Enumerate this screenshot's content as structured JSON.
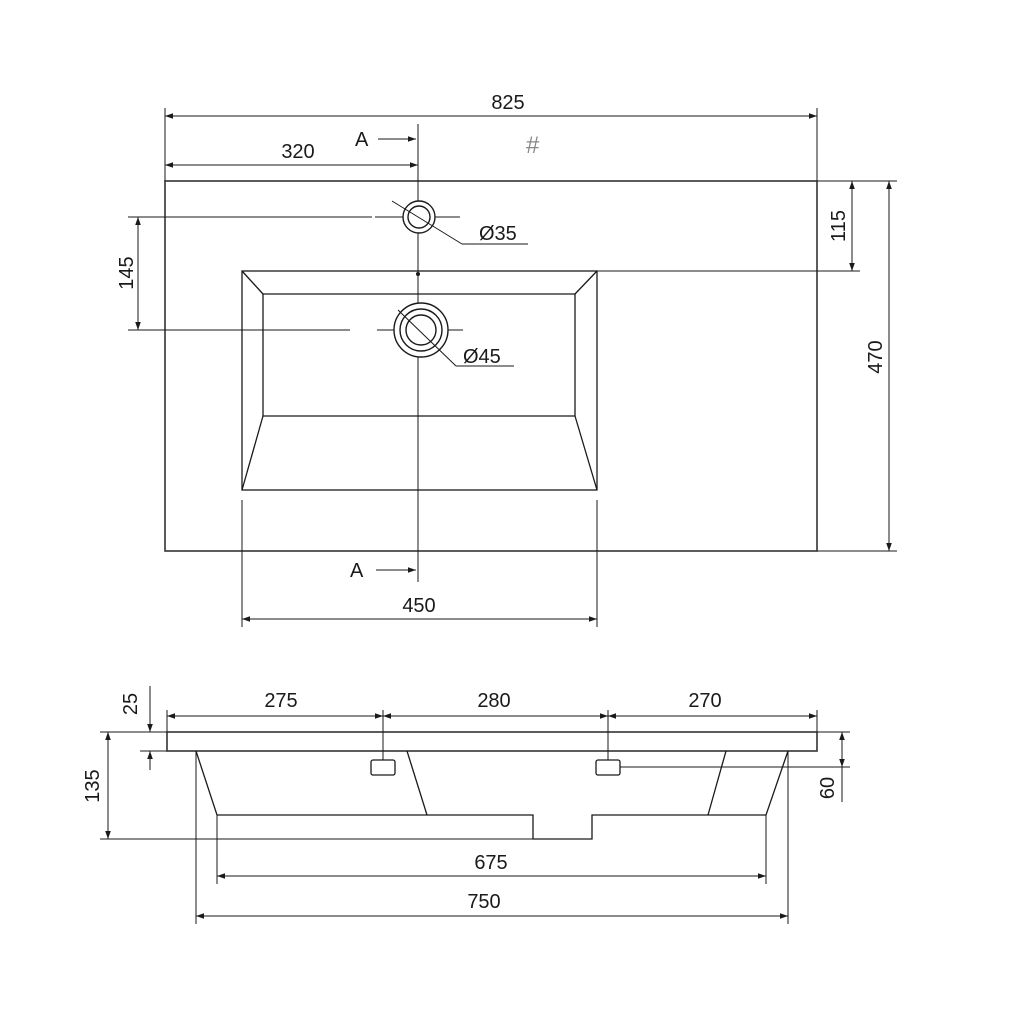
{
  "top_view": {
    "overall_width": "825",
    "hole_offset": "320",
    "section_label_top": "A",
    "section_label_bottom": "A",
    "mark": "#",
    "hole_spacing": "145",
    "tap_hole_depth": "115",
    "overall_depth": "470",
    "tap_hole_diameter": "Ø35",
    "drain_diameter": "Ø45",
    "basin_width": "450"
  },
  "side_view": {
    "slab_thickness": "25",
    "segment_left": "275",
    "segment_middle": "280",
    "segment_right": "270",
    "total_height": "135",
    "bracket_height": "60",
    "bottom_width": "675",
    "body_width": "750"
  }
}
